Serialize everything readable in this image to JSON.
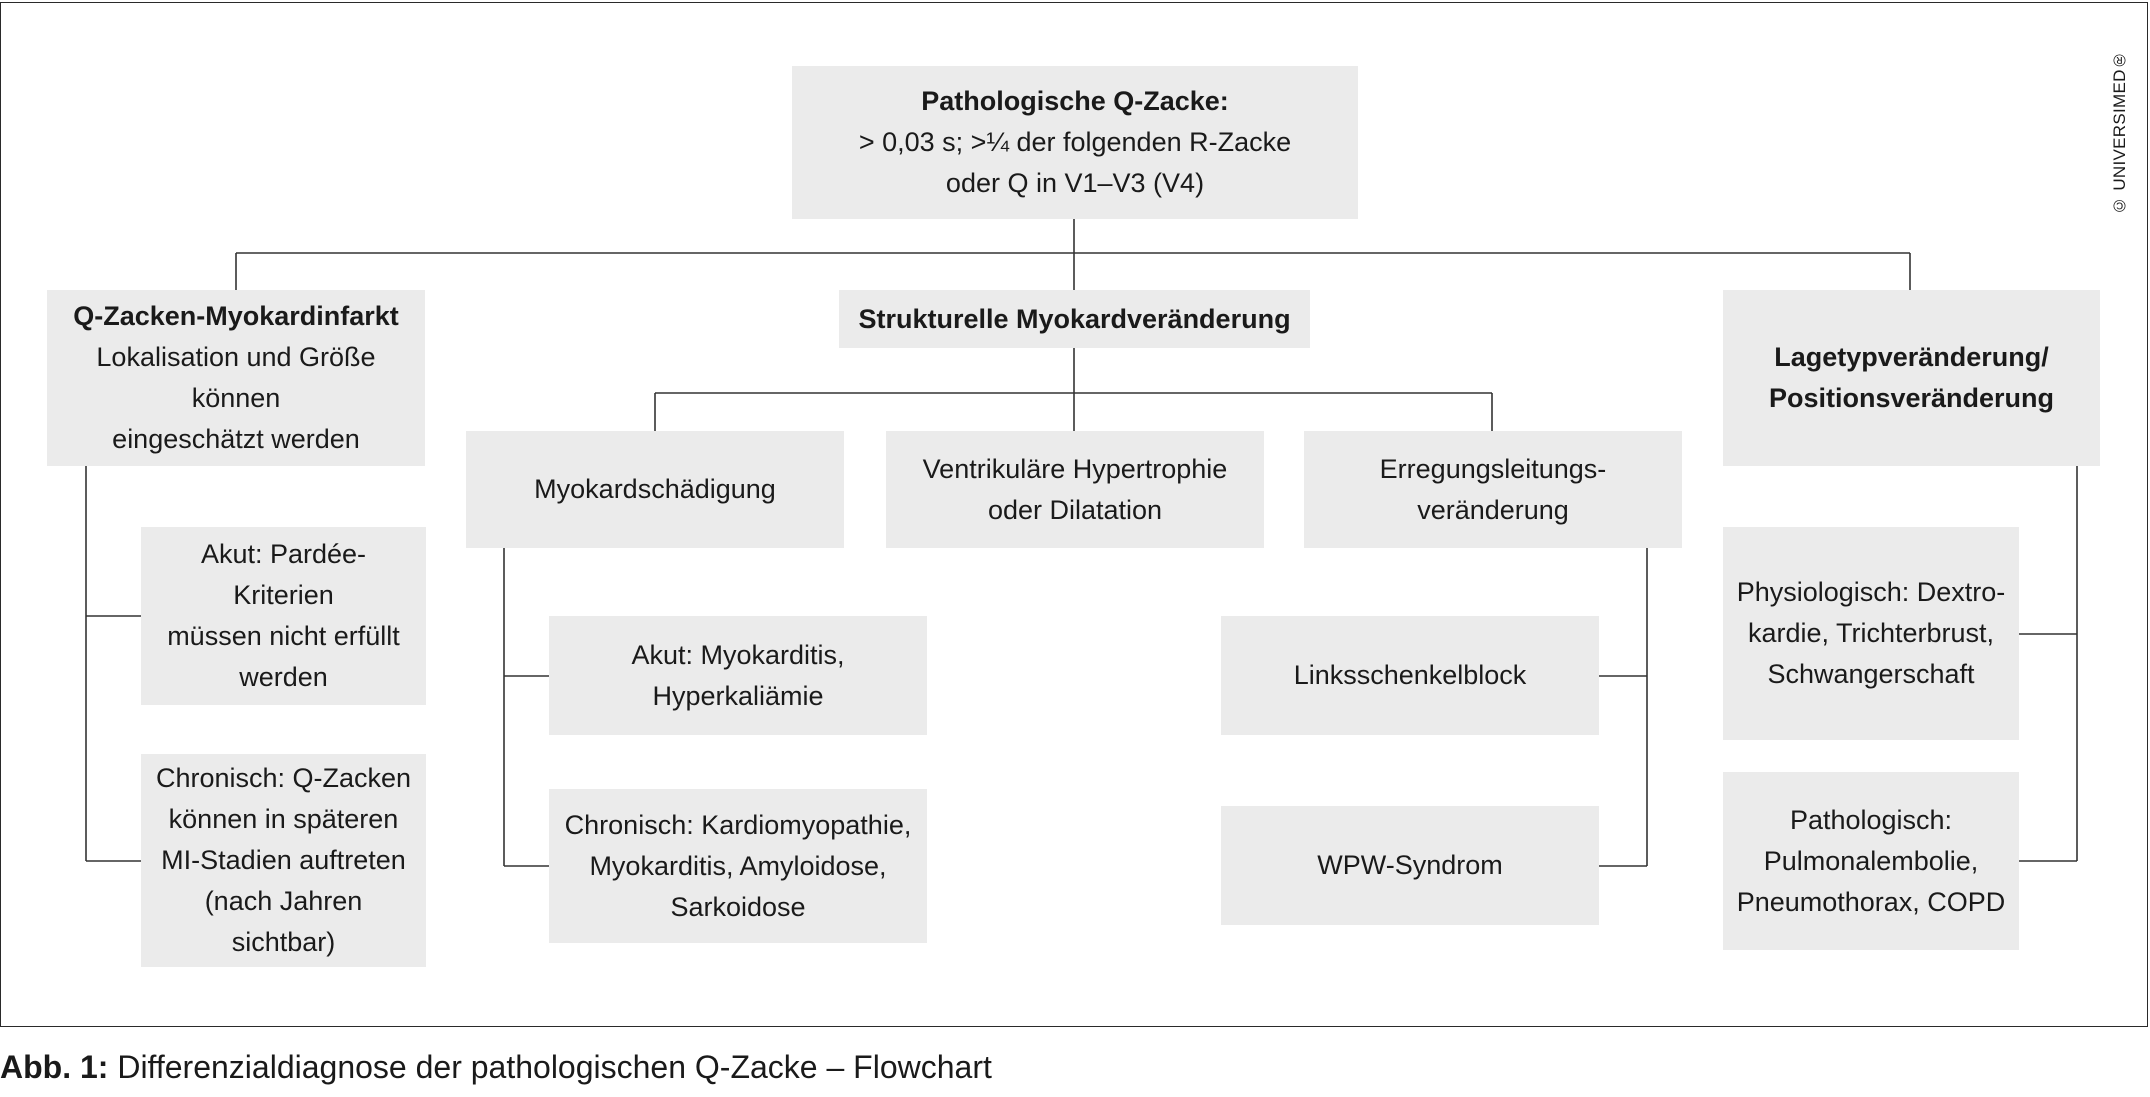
{
  "root": {
    "title": "Pathologische Q-Zacke:",
    "line1": "> 0,03 s; >¼ der folgenden R-Zacke",
    "line2": "oder Q in V1–V3 (V4)"
  },
  "left": {
    "title": "Q-Zacken-Myokardinfarkt",
    "line1": "Lokalisation und Größe können",
    "line2": "eingeschätzt werden",
    "children": [
      {
        "lines": [
          "Akut: Pardée-Kriterien",
          "müssen nicht erfüllt",
          "werden"
        ]
      },
      {
        "lines": [
          "Chronisch: Q-Zacken",
          "können in späteren",
          "MI-Stadien auftreten",
          "(nach Jahren sichtbar)"
        ]
      }
    ]
  },
  "middle": {
    "title": "Strukturelle Myokardveränderung",
    "branches": [
      {
        "lines": [
          "Myokardschädigung"
        ]
      },
      {
        "lines": [
          "Ventrikuläre Hypertrophie",
          "oder Dilatation"
        ]
      },
      {
        "lines": [
          "Erregungsleitungs-",
          "veränderung"
        ]
      }
    ],
    "damage_children": [
      {
        "lines": [
          "Akut: Myokarditis,",
          "Hyperkaliämie"
        ]
      },
      {
        "lines": [
          "Chronisch: Kardiomyopathie,",
          "Myokarditis, Amyloidose,",
          "Sarkoidose"
        ]
      }
    ],
    "conduction_children": [
      {
        "lines": [
          "Linksschenkelblock"
        ]
      },
      {
        "lines": [
          "WPW-Syndrom"
        ]
      }
    ]
  },
  "right": {
    "title_line1": "Lagetypveränderung/",
    "title_line2": "Positionsveränderung",
    "children": [
      {
        "lines": [
          "Physiologisch: Dextro-",
          "kardie, Trichterbrust,",
          "Schwangerschaft"
        ]
      },
      {
        "lines": [
          "Pathologisch:",
          "Pulmonalembolie,",
          "Pneumothorax, COPD"
        ]
      }
    ]
  },
  "copyright": "© UNIVERSIMED®",
  "caption": {
    "label": "Abb. 1:",
    "text": " Differenzialdiagnose der pathologischen Q-Zacke – Flowchart"
  }
}
